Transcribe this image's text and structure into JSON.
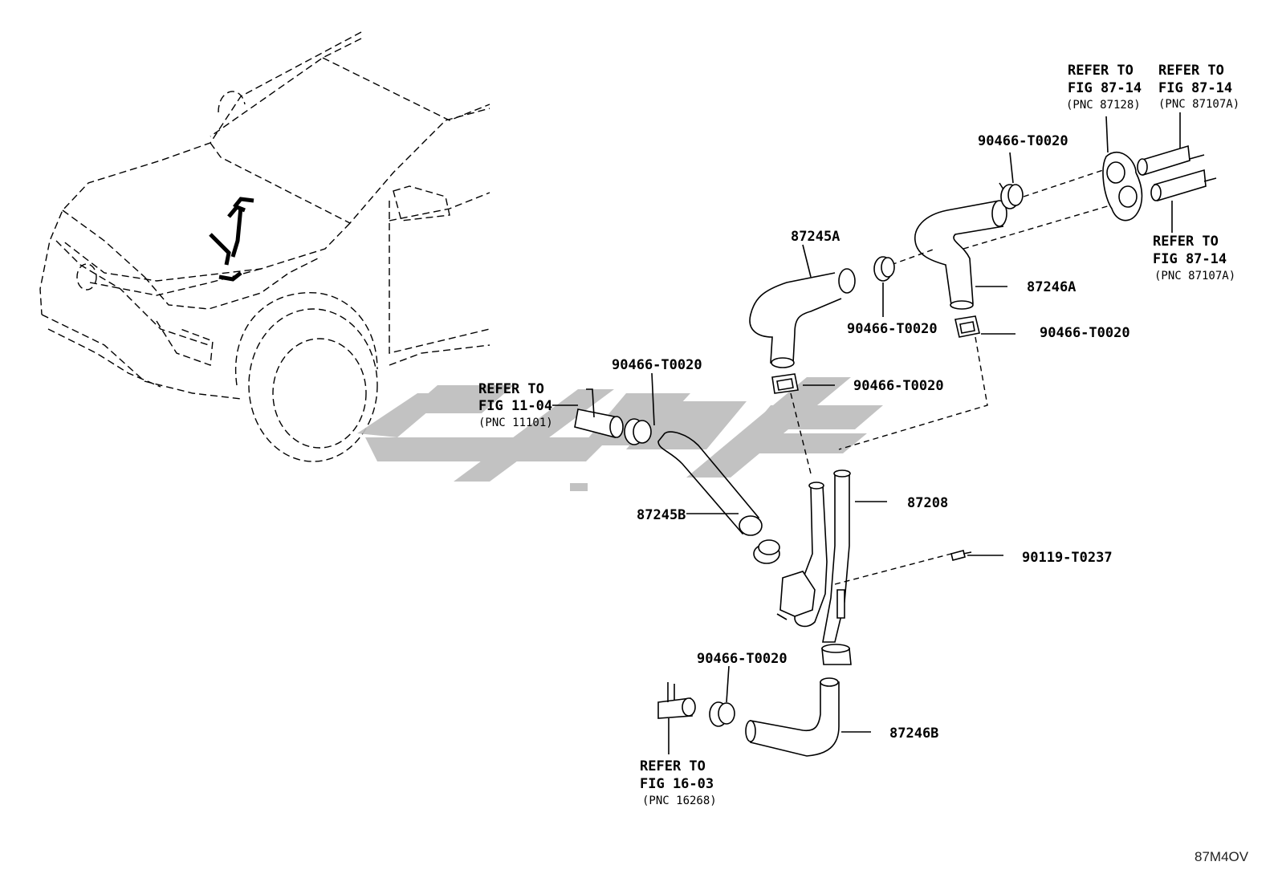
{
  "watermark": {
    "color": "#bdbdbd"
  },
  "diagram_code": "87M4OV",
  "callouts": {
    "refer_87128": {
      "line1": "REFER TO",
      "line2": "FIG 87-14",
      "pnc": "(PNC 87128)"
    },
    "refer_87107a_top": {
      "line1": "REFER TO",
      "line2": "FIG 87-14",
      "pnc": "(PNC 87107A)"
    },
    "refer_87107a_bottom": {
      "line1": "REFER TO",
      "line2": "FIG 87-14",
      "pnc": "(PNC 87107A)"
    },
    "refer_11101": {
      "line1": "REFER TO",
      "line2": "FIG 11-04",
      "pnc": "(PNC 11101)"
    },
    "refer_16268": {
      "line1": "REFER TO",
      "line2": "FIG 16-03",
      "pnc": "(PNC 16268)"
    }
  },
  "parts": {
    "p87245a": "87245A",
    "p87246a": "87246A",
    "p87245b": "87245B",
    "p87208": "87208",
    "p87246b": "87246B",
    "p90119": "90119-T0237",
    "clip_top": "90466-T0020",
    "clip_87245a": "90466-T0020",
    "clip_87246a": "90466-T0020",
    "clip_87245a_lower": "90466-T0020",
    "clip_87245b": "90466-T0020",
    "clip_87246b": "90466-T0020"
  }
}
